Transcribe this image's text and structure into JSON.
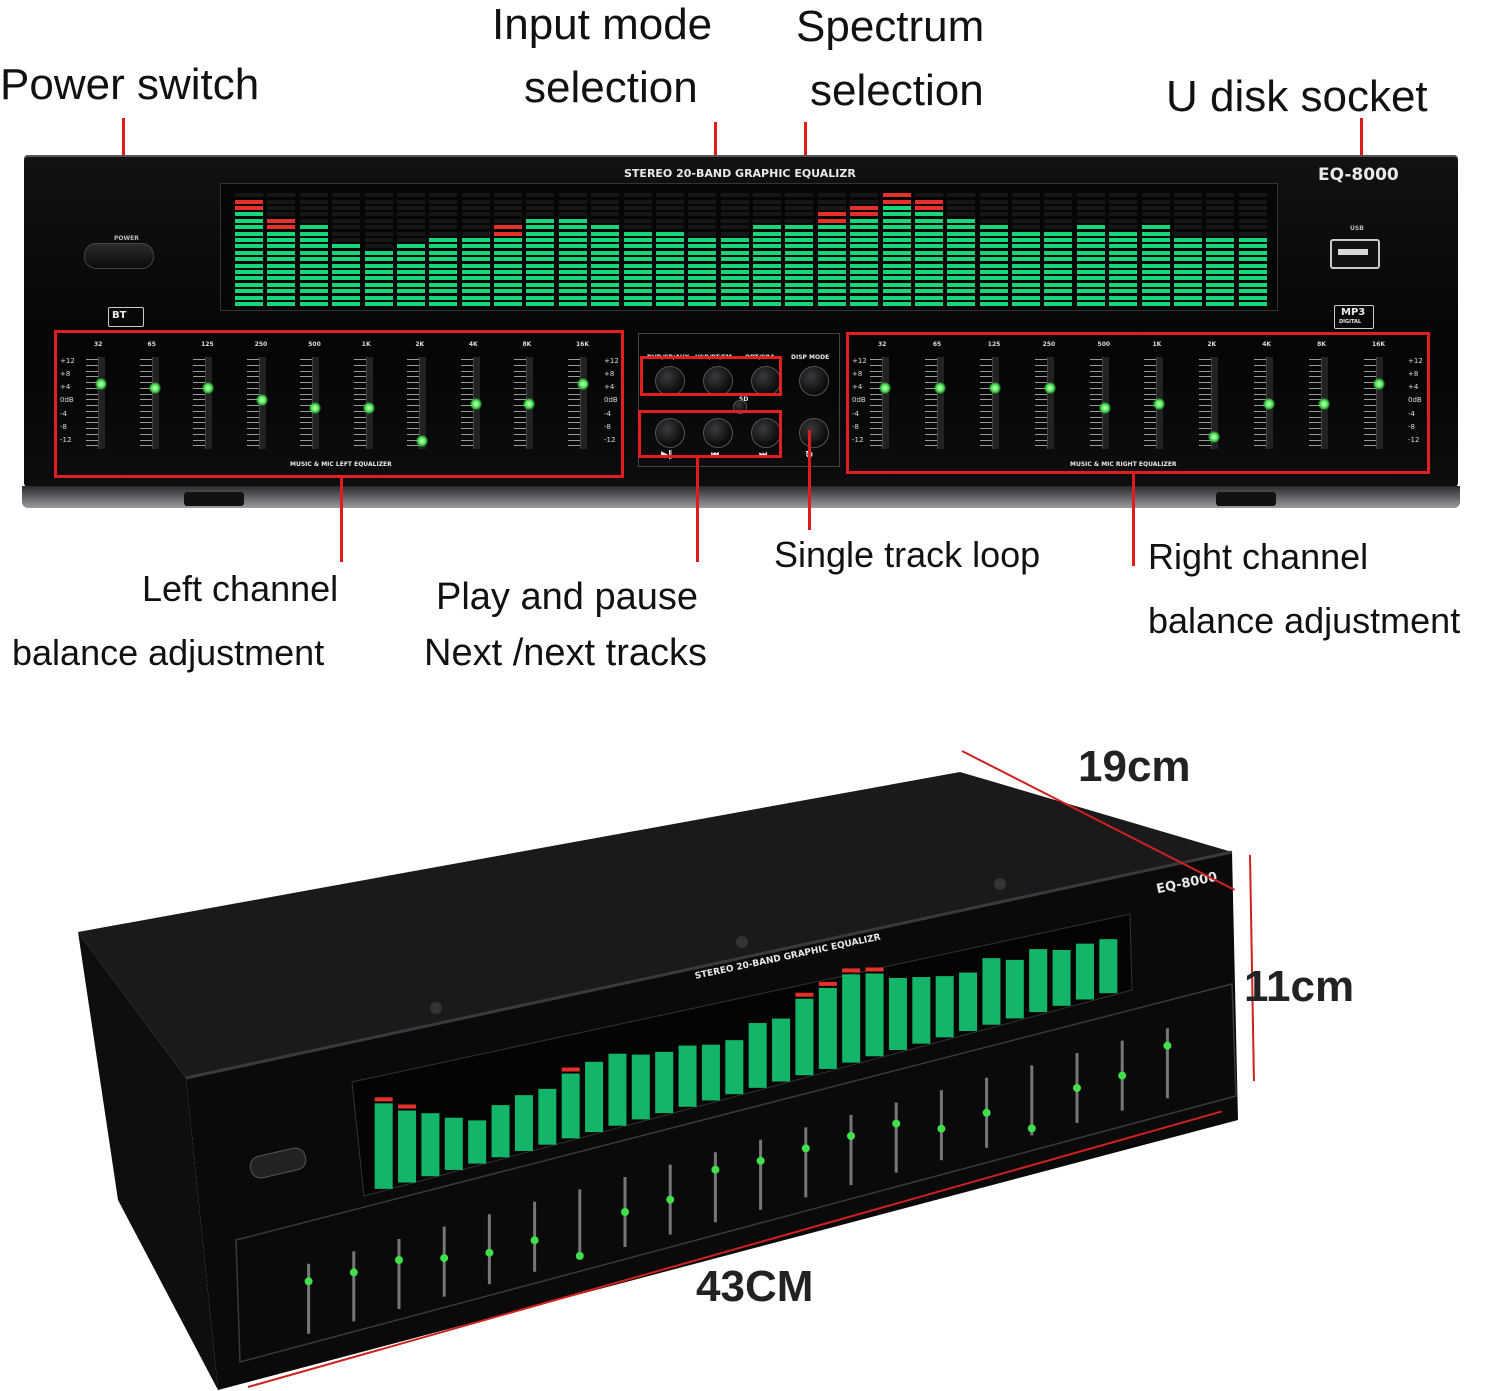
{
  "callouts": {
    "power_switch": "Power switch",
    "input_mode_1": "Input mode",
    "input_mode_2": "selection",
    "spectrum_1": "Spectrum",
    "spectrum_2": "selection",
    "u_disk": "U disk socket",
    "single_loop": "Single track loop",
    "left_1": "Left channel",
    "left_2": "balance adjustment",
    "play_1": "Play and pause",
    "play_2": "Next /next tracks",
    "right_1": "Right channel",
    "right_2": "balance adjustment"
  },
  "panel": {
    "title": "STEREO 20-BAND GRAPHIC EQUALIZR",
    "model": "EQ-8000",
    "power_label": "POWER",
    "usb_label": "USB",
    "bt_badge": "BT",
    "mp3_badge": "MP3",
    "mp3_sub": "DIGITAL",
    "buttons_top": [
      "DVD/CD/AUX",
      "USB/BT/FM",
      "OPT/COA"
    ],
    "disp_mode": "DISP MODE",
    "sd_label": "SD",
    "left_caption": "MUSIC & MIC LEFT EQUALIZER",
    "right_caption": "MUSIC & MIC RIGHT EQUALIZER",
    "freqs": [
      "32",
      "65",
      "125",
      "250",
      "500",
      "1K",
      "2K",
      "4K",
      "8K",
      "16K"
    ],
    "db_scale": [
      "+12",
      "+8",
      "+4",
      "0dB",
      "-4",
      "-8",
      "-12"
    ],
    "left_levels": [
      0.75,
      0.7,
      0.7,
      0.55,
      0.45,
      0.45,
      0.05,
      0.5,
      0.5,
      0.75
    ],
    "right_levels": [
      0.7,
      0.7,
      0.7,
      0.7,
      0.45,
      0.5,
      0.1,
      0.5,
      0.5,
      0.75
    ],
    "vu_levels": [
      0.95,
      0.8,
      0.7,
      0.58,
      0.48,
      0.58,
      0.62,
      0.62,
      0.72,
      0.78,
      0.8,
      0.72,
      0.68,
      0.68,
      0.62,
      0.6,
      0.72,
      0.7,
      0.85,
      0.9,
      0.98,
      0.92,
      0.8,
      0.74,
      0.68,
      0.65,
      0.74,
      0.65,
      0.7,
      0.62,
      0.62,
      0.6
    ],
    "vu_peaks": [
      true,
      true,
      false,
      false,
      false,
      false,
      false,
      false,
      true,
      false,
      false,
      false,
      false,
      false,
      false,
      false,
      false,
      false,
      true,
      true,
      true,
      true,
      false,
      false,
      false,
      false,
      false,
      false,
      false,
      false,
      false,
      false
    ]
  },
  "dimensions": {
    "depth": "19cm",
    "height": "11cm",
    "width": "43CM"
  },
  "colors": {
    "accent_red": "#e02020",
    "vu_green": "#16d67a",
    "vu_peak": "#e8302a",
    "led_green": "#3fe04a"
  }
}
